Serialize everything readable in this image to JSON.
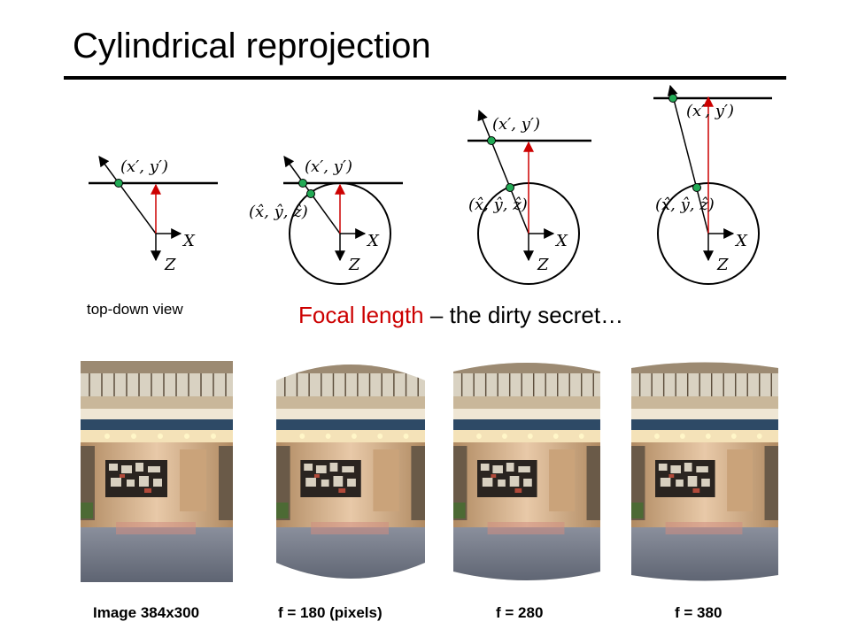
{
  "slide": {
    "title": "Cylindrical reprojection",
    "note": "top-down view",
    "subtitle_accent": "Focal length",
    "subtitle_rest": " – the dirty secret…"
  },
  "diagram_labels": {
    "image_point": "(x′, y′)",
    "cyl_point": "(x̂, ŷ, ẑ)",
    "axis_x": "X",
    "axis_z": "Z"
  },
  "colors": {
    "ray": "#cc0000",
    "point": "#22aa55",
    "accent_text": "#cc0000"
  },
  "photos": [
    {
      "caption": "Image 384x300"
    },
    {
      "caption": "f = 180 (pixels)"
    },
    {
      "caption": "f = 280"
    },
    {
      "caption": "f = 380"
    }
  ]
}
